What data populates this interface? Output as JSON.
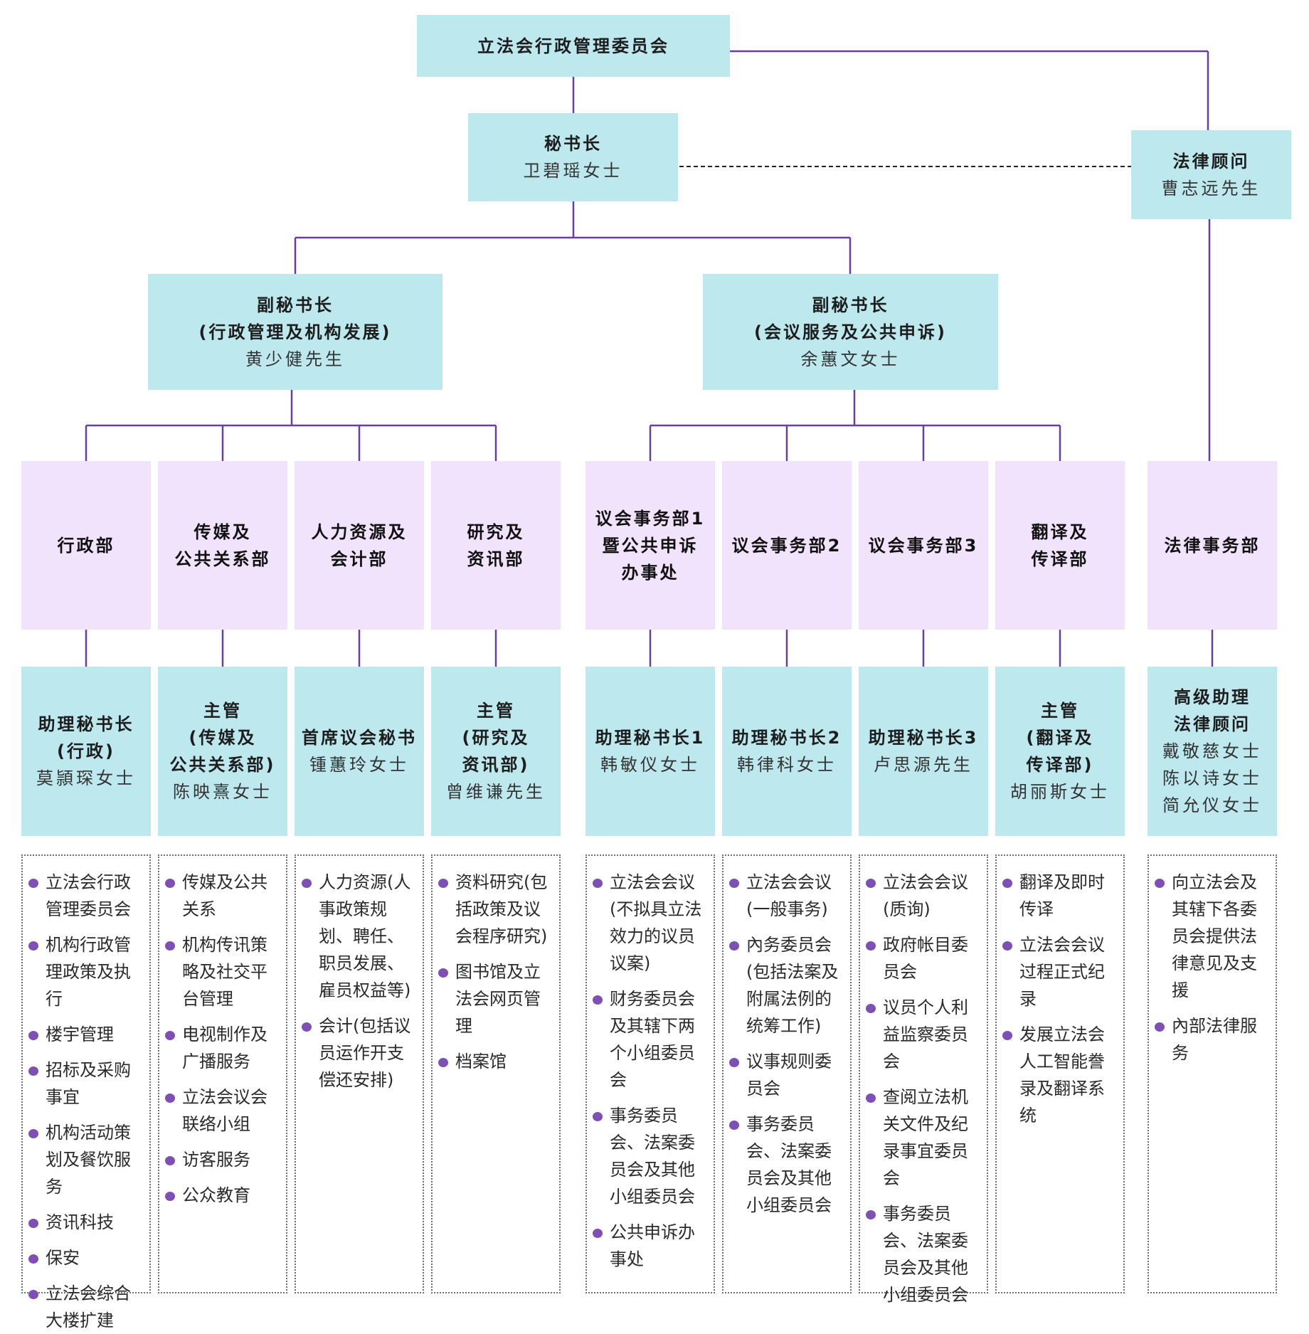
{
  "colors": {
    "officer_box": "#bde8ee",
    "department_box": "#f0e3fb",
    "connector": "#6a3fa0",
    "bullet": "#7e4fb5"
  },
  "commission": {
    "title": "立法会行政管理委员会"
  },
  "secretary_general": {
    "title": "秘书长",
    "name": "卫碧瑶女士"
  },
  "legal_adviser": {
    "title": "法律顾问",
    "name": "曹志远先生"
  },
  "deputies": [
    {
      "title": "副秘书长",
      "subtitle": "(行政管理及机构发展)",
      "name": "黄少健先生"
    },
    {
      "title": "副秘书长",
      "subtitle": "(会议服务及公共申诉)",
      "name": "余蕙文女士"
    }
  ],
  "divisions": [
    {
      "dept": [
        "行政部"
      ],
      "officer_title": [
        "助理秘书长",
        "(行政)"
      ],
      "officer_names": [
        "莫頴琛女士"
      ],
      "duties": [
        "立法会行政管理委员会",
        "机构行政管理政策及执行",
        "楼宇管理",
        "招标及采购事宜",
        "机构活动策划及餐饮服务",
        "资讯科技",
        "保安",
        "立法会综合大楼扩建"
      ]
    },
    {
      "dept": [
        "传媒及",
        "公共关系部"
      ],
      "officer_title": [
        "主管",
        "(传媒及",
        "公共关系部)"
      ],
      "officer_names": [
        "陈映熹女士"
      ],
      "duties": [
        "传媒及公共关系",
        "机构传讯策略及社交平台管理",
        "电视制作及广播服务",
        "立法会议会联络小组",
        "访客服务",
        "公众教育"
      ]
    },
    {
      "dept": [
        "人力资源及",
        "会计部"
      ],
      "officer_title": [
        "首席议会秘书"
      ],
      "officer_names": [
        "锺蕙玲女士"
      ],
      "duties": [
        "人力资源(人事政策规划、聘任、职员发展、雇员权益等)",
        "会计(包括议员运作开支偿还安排)"
      ]
    },
    {
      "dept": [
        "研究及",
        "资讯部"
      ],
      "officer_title": [
        "主管",
        "(研究及",
        "资讯部)"
      ],
      "officer_names": [
        "曾维谦先生"
      ],
      "duties": [
        "资料研究(包括政策及议会程序研究)",
        "图书馆及立法会网页管理",
        "档案馆"
      ]
    },
    {
      "dept": [
        "议会事务部1",
        "暨公共申诉",
        "办事处"
      ],
      "officer_title": [
        "助理秘书长1"
      ],
      "officer_names": [
        "韩敏仪女士"
      ],
      "duties": [
        "立法会会议(不拟具立法效力的议员议案)",
        "财务委员会及其辖下两个小组委员会",
        "事务委员会、法案委员会及其他小组委员会",
        "公共申诉办事处"
      ]
    },
    {
      "dept": [
        "议会事务部2"
      ],
      "officer_title": [
        "助理秘书长2"
      ],
      "officer_names": [
        "韩律科女士"
      ],
      "duties": [
        "立法会会议(一般事务)",
        "內务委员会(包括法案及附属法例的统筹工作)",
        "议事规则委员会",
        "事务委员会、法案委员会及其他小组委员会"
      ]
    },
    {
      "dept": [
        "议会事务部3"
      ],
      "officer_title": [
        "助理秘书长3"
      ],
      "officer_names": [
        "卢思源先生"
      ],
      "duties": [
        "立法会会议(质询)",
        "政府帐目委员会",
        "议员个人利益监察委员会",
        "查阅立法机关文件及纪录事宜委员会",
        "事务委员会、法案委员会及其他小组委员会"
      ]
    },
    {
      "dept": [
        "翻译及",
        "传译部"
      ],
      "officer_title": [
        "主管",
        "(翻译及",
        "传译部)"
      ],
      "officer_names": [
        "胡丽斯女士"
      ],
      "duties": [
        "翻译及即时传译",
        "立法会会议过程正式纪录",
        "发展立法会人工智能誊录及翻译系统"
      ]
    },
    {
      "dept": [
        "法律事务部"
      ],
      "officer_title": [
        "高级助理",
        "法律顾问"
      ],
      "officer_names": [
        "戴敬慈女士",
        "陈以诗女士",
        "简允仪女士"
      ],
      "duties": [
        "向立法会及其辖下各委员会提供法律意见及支援",
        "內部法律服务"
      ]
    }
  ]
}
